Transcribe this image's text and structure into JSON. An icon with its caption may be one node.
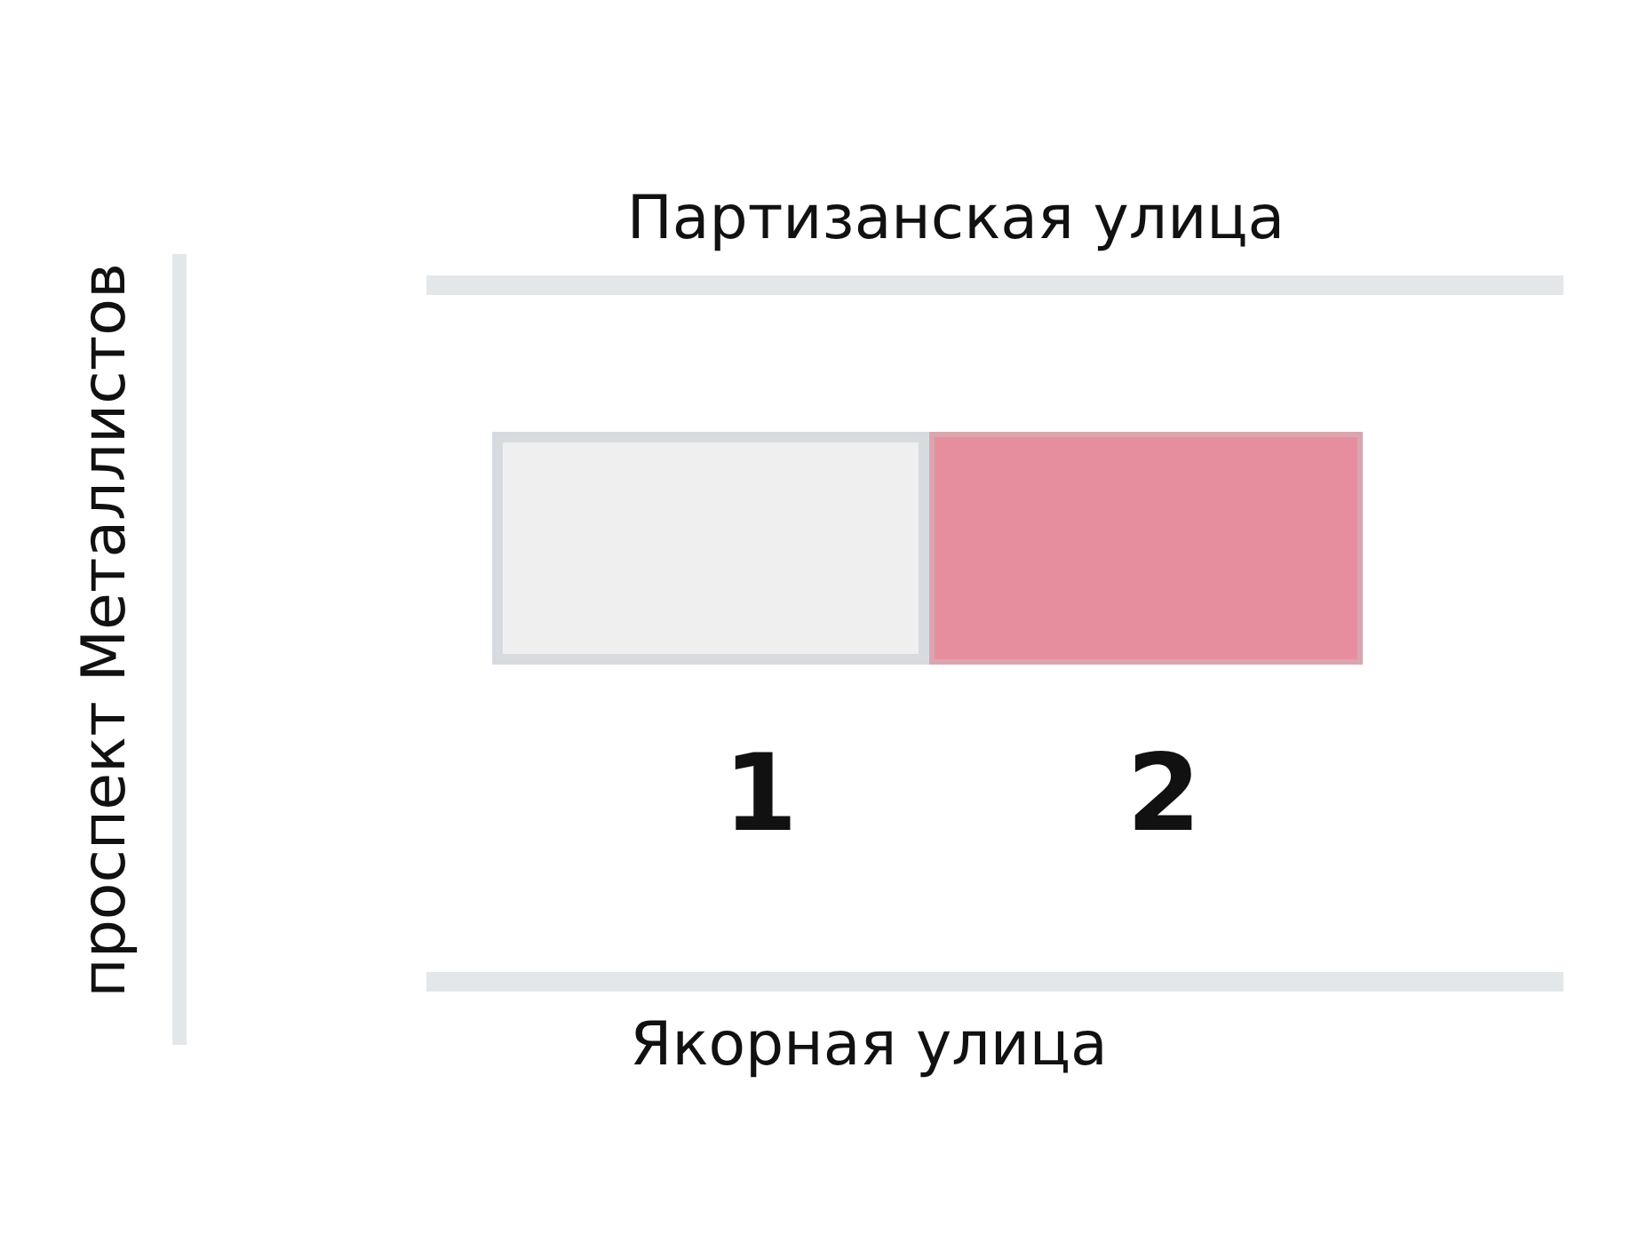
{
  "diagram": {
    "nodes": [
      {
        "text": [],
        "shape": "box",
        "beside": [
          "1"
        ]
      },
      {
        "text": [],
        "shape": "box",
        "beside": [
          "2"
        ]
      }
    ],
    "edges": [],
    "labels": [
      "Партизанская улица",
      "проспект Металлистов",
      "Якорная улица"
    ]
  }
}
